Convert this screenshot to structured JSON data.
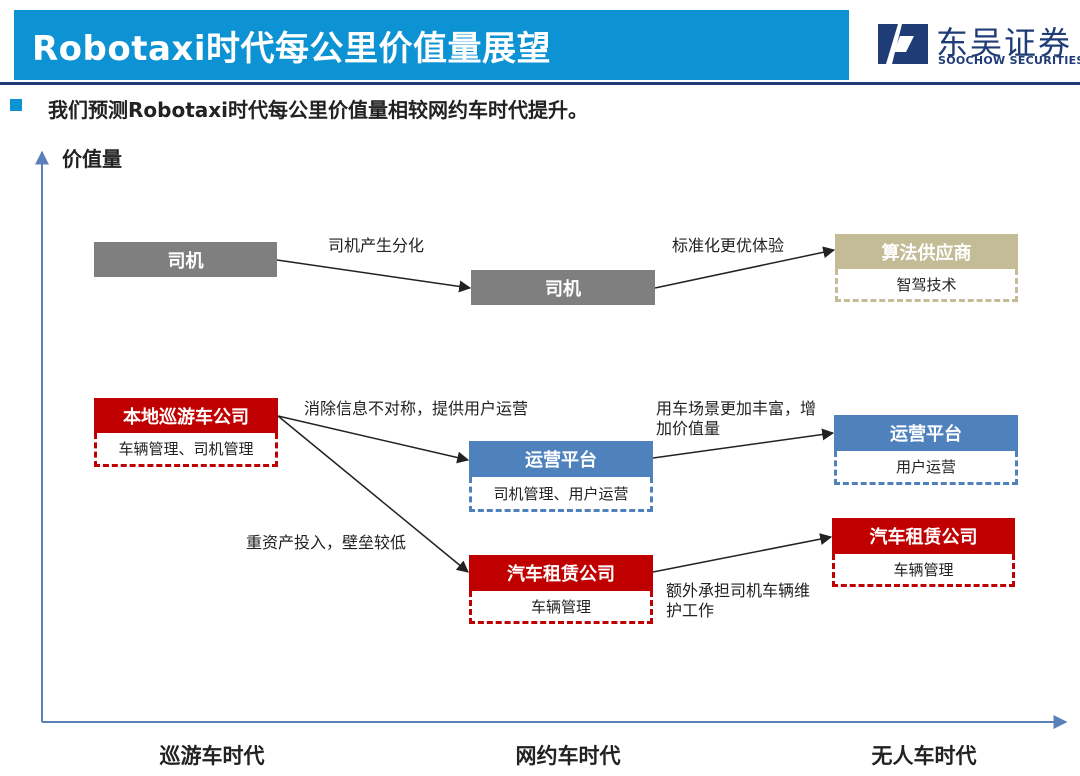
{
  "header": {
    "title": "Robotaxi时代每公里价值量展望",
    "logo_cn": "东吴证券",
    "logo_en": "SOOCHOW SECURITIES"
  },
  "subtitle": "我们预测Robotaxi时代每公里价值量相较网约车时代提升。",
  "axis": {
    "y_label": "价值量",
    "eras": [
      "巡游车时代",
      "网约车时代",
      "无人车时代"
    ]
  },
  "nodes": {
    "taxi_driver": {
      "label": "司机"
    },
    "taxi_company": {
      "label": "本地巡游车公司",
      "sub": "车辆管理、司机管理"
    },
    "rh_driver": {
      "label": "司机"
    },
    "rh_platform": {
      "label": "运营平台",
      "sub": "司机管理、用户运营"
    },
    "rh_rental": {
      "label": "汽车租赁公司",
      "sub": "车辆管理"
    },
    "av_algo": {
      "label": "算法供应商",
      "sub": "智驾技术"
    },
    "av_platform": {
      "label": "运营平台",
      "sub": "用户运营"
    },
    "av_rental": {
      "label": "汽车租赁公司",
      "sub": "车辆管理"
    }
  },
  "edges": {
    "driver_split": "司机产生分化",
    "standard_exp": "标准化更优体验",
    "info_asym": "消除信息不对称，提供用户运营",
    "heavy_asset": "重资产投入，壁垒较低",
    "richer_scene_1": "用车场景更加丰富，增",
    "richer_scene_2": "加价值量",
    "extra_duty_1": "额外承担司机车辆维",
    "extra_duty_2": "护工作"
  },
  "colors": {
    "header_blue": "#0d92d3",
    "brand_navy": "#1f3c77",
    "gray": "#7f7f7f",
    "red": "#c00000",
    "blue": "#4f81bd",
    "tan": "#c4bc96"
  }
}
